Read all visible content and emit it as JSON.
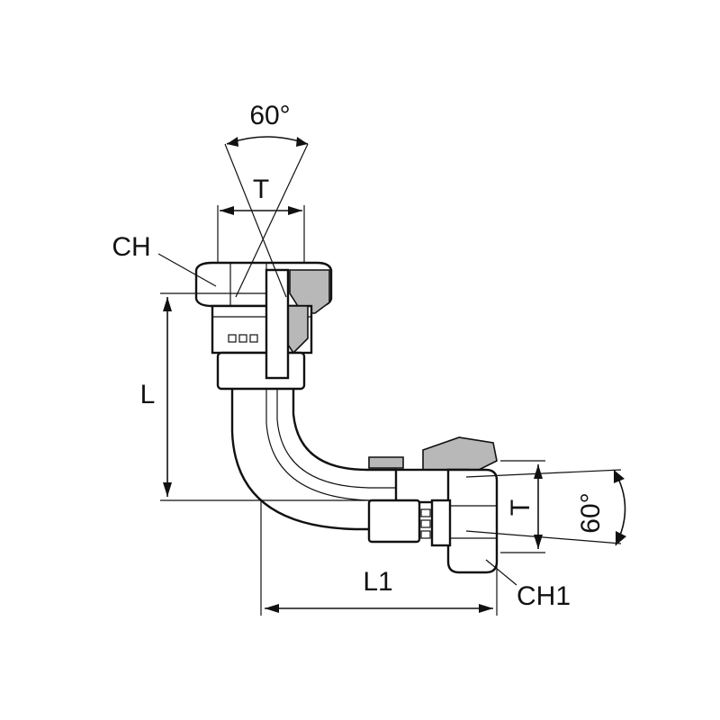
{
  "labels": {
    "angle_top": "60°",
    "thread_top": "T",
    "hex_top": "CH",
    "length_vertical": "L",
    "length_horizontal": "L1",
    "thread_right": "T",
    "angle_right": "60°",
    "hex_right": "CH1"
  },
  "colors": {
    "line": "#111111",
    "section_fill": "#b8b8b8",
    "background": "#ffffff"
  }
}
